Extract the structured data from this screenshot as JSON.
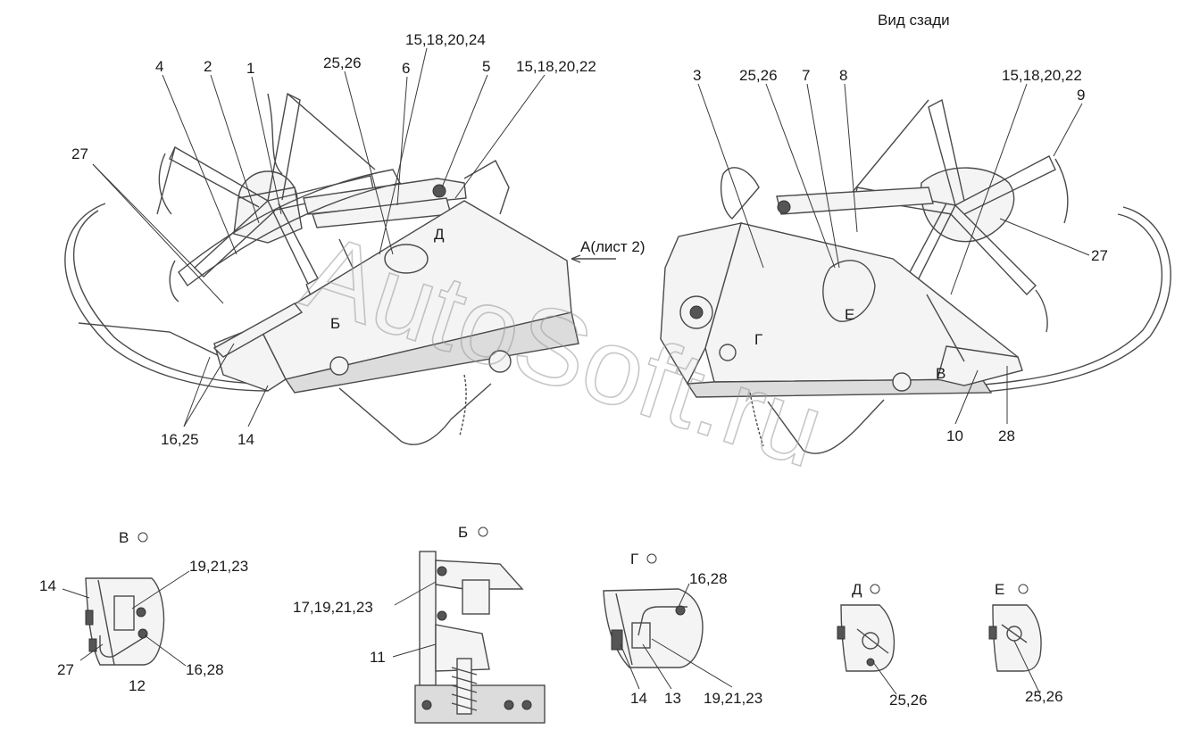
{
  "view_title": "Вид сзади",
  "watermark": "AutoSoft.ru",
  "left_view": {
    "callouts": [
      "4",
      "2",
      "1",
      "25,26",
      "15,18,20,24",
      "6",
      "5",
      "15,18,20,22",
      "27",
      "16,25",
      "14"
    ],
    "markers": {
      "d": "Д",
      "b": "Б",
      "a": "А(лист 2)"
    }
  },
  "right_view": {
    "callouts": [
      "3",
      "25,26",
      "7",
      "8",
      "15,18,20,22",
      "9",
      "27",
      "10",
      "28"
    ],
    "markers": {
      "e": "Е",
      "g": "Г",
      "v": "В"
    }
  },
  "details": {
    "v": {
      "title": "В",
      "callouts": [
        "14",
        "19,21,23",
        "27",
        "12",
        "16,28"
      ]
    },
    "b": {
      "title": "Б",
      "callouts": [
        "17,19,21,23",
        "11"
      ]
    },
    "g": {
      "title": "Г",
      "callouts": [
        "16,28",
        "14",
        "13",
        "19,21,23"
      ]
    },
    "d": {
      "title": "Д",
      "callouts": [
        "25,26"
      ]
    },
    "e": {
      "title": "Е",
      "callouts": [
        "25,26"
      ]
    }
  }
}
